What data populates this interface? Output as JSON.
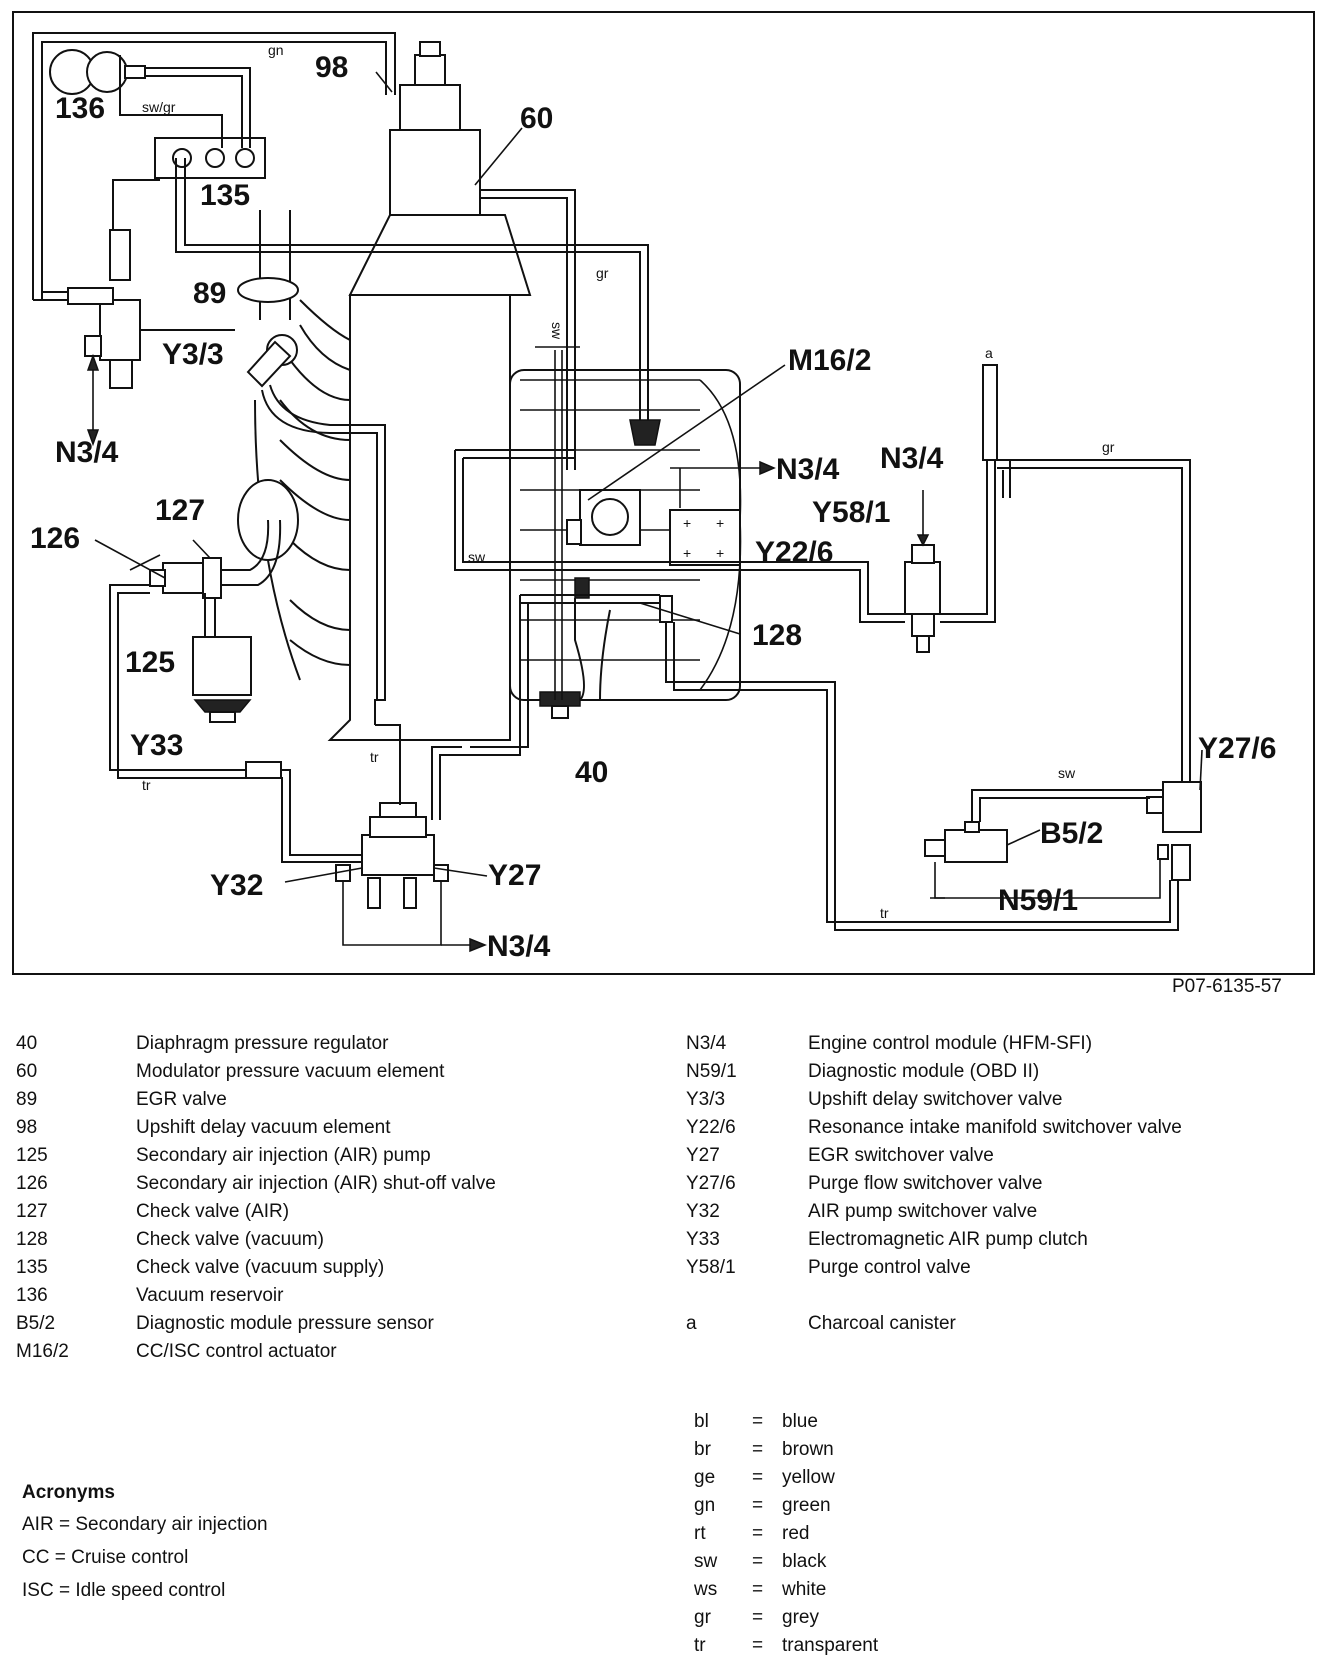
{
  "diagram_labels": {
    "l136": "136",
    "l98": "98",
    "l60": "60",
    "l135": "135",
    "l89": "89",
    "l_y33_valve": "Y3/3",
    "l_n34_a": "N3/4",
    "l127": "127",
    "l126": "126",
    "l125": "125",
    "l_y33": "Y33",
    "l_m162": "M16/2",
    "l_n34_b": "N3/4",
    "l_n34_c": "N3/4",
    "l_y581": "Y58/1",
    "l_y226": "Y22/6",
    "l128": "128",
    "l40": "40",
    "l_y276": "Y27/6",
    "l_b52": "B5/2",
    "l_y32": "Y32",
    "l_y27": "Y27",
    "l_n591": "N59/1",
    "l_n34_d": "N3/4"
  },
  "wire_tags": {
    "gn": "gn",
    "swgr": "sw/gr",
    "gr1": "gr",
    "sw1": "sw",
    "a": "a",
    "gr2": "gr",
    "sw2": "sw",
    "tr1": "tr",
    "tr2": "tr",
    "sw3": "sw",
    "tr3": "tr"
  },
  "figure_ref": "P07-6135-57",
  "legend_left": [
    {
      "code": "40",
      "desc": "Diaphragm pressure regulator"
    },
    {
      "code": "60",
      "desc": "Modulator pressure vacuum element"
    },
    {
      "code": "89",
      "desc": "EGR valve"
    },
    {
      "code": "98",
      "desc": "Upshift delay vacuum element"
    },
    {
      "code": "125",
      "desc": "Secondary air injection (AIR) pump"
    },
    {
      "code": "126",
      "desc": "Secondary air injection (AIR) shut-off valve"
    },
    {
      "code": "127",
      "desc": "Check valve (AIR)"
    },
    {
      "code": "128",
      "desc": "Check valve (vacuum)"
    },
    {
      "code": "135",
      "desc": "Check valve (vacuum supply)"
    },
    {
      "code": "136",
      "desc": "Vacuum reservoir"
    },
    {
      "code": "B5/2",
      "desc": "Diagnostic module pressure sensor"
    },
    {
      "code": "M16/2",
      "desc": "CC/ISC control actuator"
    }
  ],
  "legend_right": [
    {
      "code": "N3/4",
      "desc": "Engine control module (HFM-SFI)"
    },
    {
      "code": "N59/1",
      "desc": "Diagnostic module (OBD II)"
    },
    {
      "code": "Y3/3",
      "desc": "Upshift delay switchover valve"
    },
    {
      "code": "Y22/6",
      "desc": "Resonance intake manifold switchover valve"
    },
    {
      "code": "Y27",
      "desc": "EGR switchover valve"
    },
    {
      "code": "Y27/6",
      "desc": "Purge flow switchover valve"
    },
    {
      "code": "Y32",
      "desc": "AIR pump switchover valve"
    },
    {
      "code": "Y33",
      "desc": "Electromagnetic AIR pump clutch"
    },
    {
      "code": "Y58/1",
      "desc": "Purge control valve"
    },
    {
      "code": "",
      "desc": ""
    },
    {
      "code": "a",
      "desc": "Charcoal canister"
    }
  ],
  "colors": [
    {
      "code": "bl",
      "eq": "=",
      "name": "blue"
    },
    {
      "code": "br",
      "eq": "=",
      "name": "brown"
    },
    {
      "code": "ge",
      "eq": "=",
      "name": "yellow"
    },
    {
      "code": "gn",
      "eq": "=",
      "name": "green"
    },
    {
      "code": "rt",
      "eq": "=",
      "name": "red"
    },
    {
      "code": "sw",
      "eq": "=",
      "name": "black"
    },
    {
      "code": "ws",
      "eq": "=",
      "name": "white"
    },
    {
      "code": "gr",
      "eq": "=",
      "name": "grey"
    },
    {
      "code": "tr",
      "eq": "=",
      "name": "transparent"
    }
  ],
  "acronyms": {
    "title": "Acronyms",
    "items": [
      {
        "abbr": "AIR",
        "eq": "=",
        "desc": "Secondary air injection"
      },
      {
        "abbr": "CC",
        "eq": "=",
        "desc": "Cruise control"
      },
      {
        "abbr": "ISC",
        "eq": "=",
        "desc": "Idle speed control"
      }
    ]
  }
}
